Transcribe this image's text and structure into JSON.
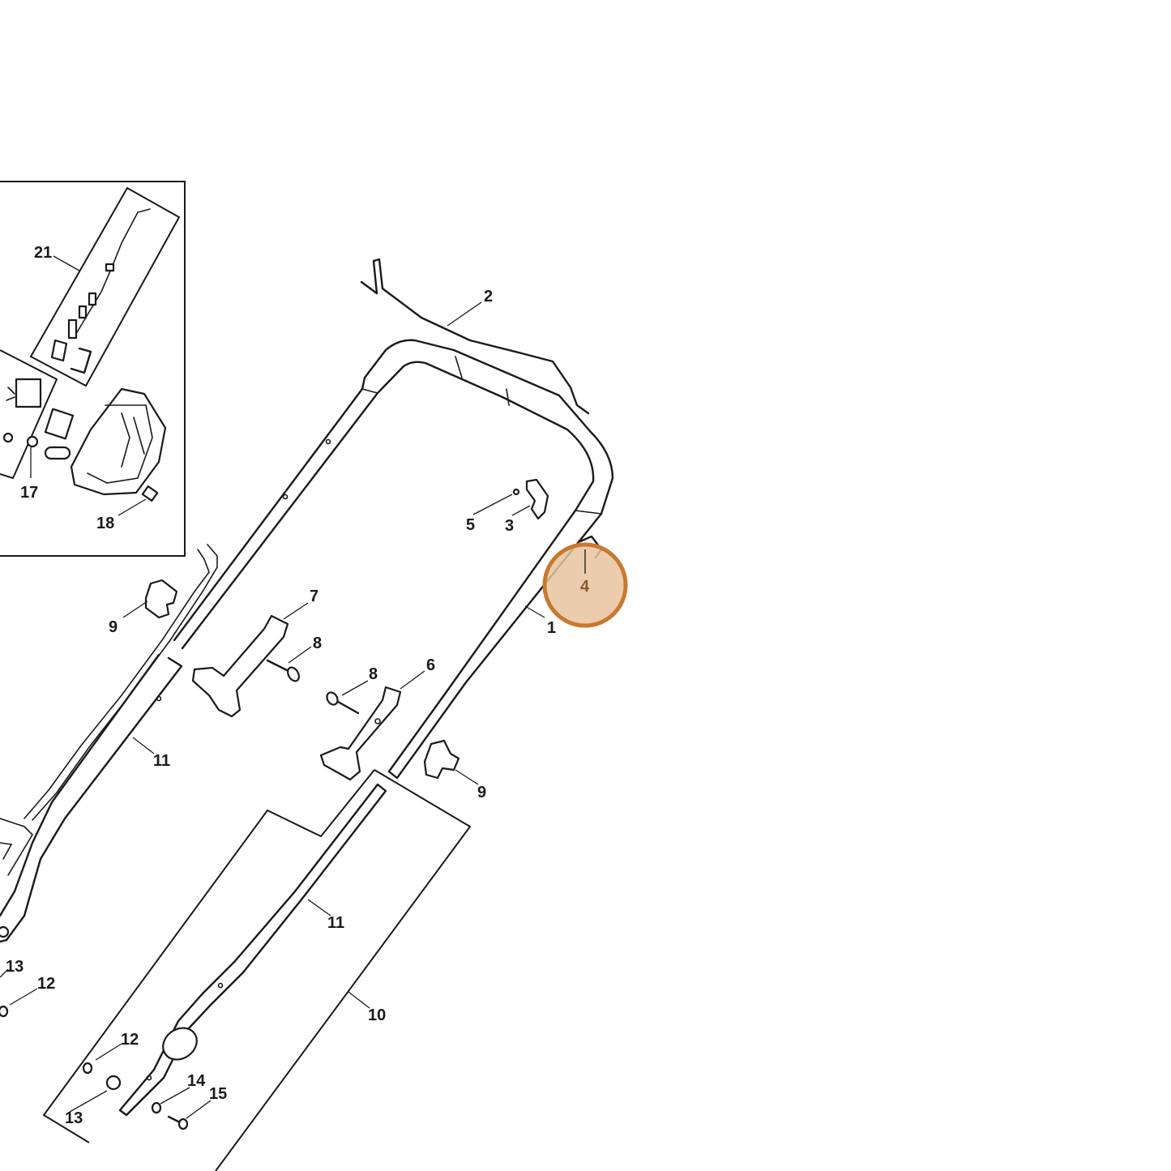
{
  "diagram": {
    "callouts": {
      "c1": "1",
      "c2": "2",
      "c3": "3",
      "c4": "4",
      "c5": "5",
      "c6": "6",
      "c7": "7",
      "c8a": "8",
      "c8b": "8",
      "c9a": "9",
      "c9b": "9",
      "c10": "10",
      "c11a": "11",
      "c11b": "11",
      "c12a": "12",
      "c12b": "12",
      "c13a": "13",
      "c13b": "13",
      "c14": "14",
      "c15": "15",
      "c17": "17",
      "c18": "18",
      "c21": "21"
    },
    "highlight": {
      "part": "4",
      "color": "#c8792f",
      "fill": "#e8c4a0"
    },
    "line_color": "#1a1a1a"
  }
}
